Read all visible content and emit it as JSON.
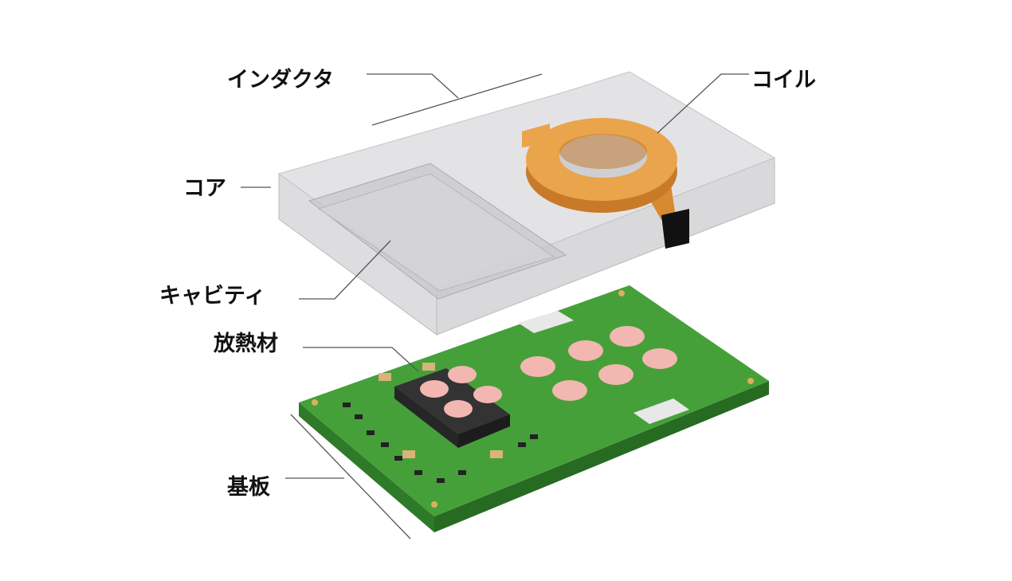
{
  "labels": {
    "inductor": "インダクタ",
    "coil": "コイル",
    "core": "コア",
    "cavity": "キャビティ",
    "heat_sink_material": "放熱材",
    "substrate": "基板"
  },
  "colors": {
    "core": "#c8c8cc",
    "coil": "#e39a3e",
    "board": "#3f9a34",
    "pad": "#f2b7b0",
    "chip": "#2d2d2d"
  }
}
